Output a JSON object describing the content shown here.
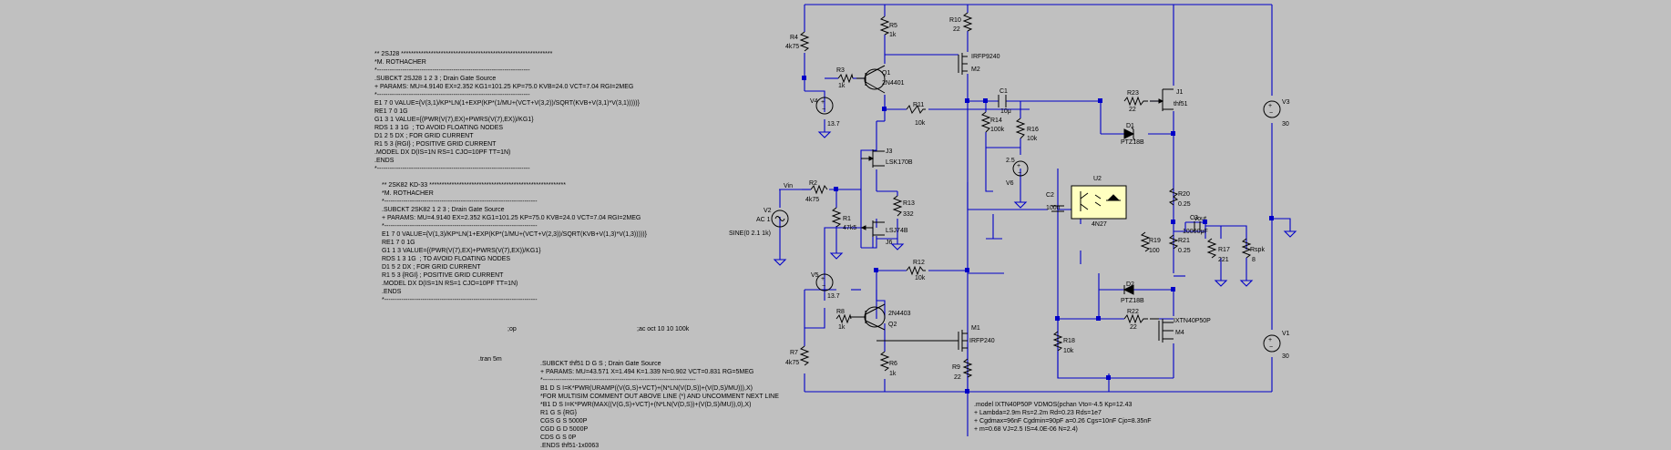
{
  "directives": {
    "spice_2sj28": [
      "** 2SJ28 *************************************************************",
      "*M. ROTHACHER",
      "*------------------------------------------------------------------------",
      ".SUBCKT 2SJ28 1 2 3 ; Drain Gate Source",
      "+ PARAMS: MU=4.9140 EX=2.352 KG1=101.25 KP=75.0 KVB=24.0 VCT=7.04 RGI=2MEG",
      "*------------------------------------------------------------------------",
      "E1 7 0 VALUE={V(3,1)/KP*LN(1+EXP(KP*(1/MU+(VCT+V(3,2))/SQRT(KVB+V(3,1)*V(3,1)))))}",
      "RE1 7 0 1G",
      "G1 3 1 VALUE={(PWR(V(7),EX)+PWRS(V(7),EX))/KG1}",
      "RDS 1 3 1G  ; TO AVOID FLOATING NODES",
      "D1 2 5 DX ; FOR GRID CURRENT",
      "R1 5 3 {RGI} ; POSITIVE GRID CURRENT",
      ".MODEL DX D(IS=1N RS=1 CJO=10PF TT=1N)",
      ".ENDS",
      "*------------------------------------------------------------------------"
    ],
    "spice_2sk82": [
      "** 2SK82 KD-33 *******************************************************",
      "*M. ROTHACHER",
      "*------------------------------------------------------------------------",
      ".SUBCKT 2SK82 1 2 3 ; Drain Gate Source",
      "+ PARAMS: MU=4.9140 EX=2.352 KG1=101.25 KP=75.0 KVB=24.0 VCT=7.04 RGI=2MEG",
      "*------------------------------------------------------------------------",
      "E1 7 0 VALUE={V(1,3)/KP*LN(1+EXP(KP*(1/MU+(VCT+V(2,3))/SQRT(KVB+V(1,3)*V(1,3)))))}",
      "RE1 7 0 1G",
      "G1 1 3 VALUE={(PWR(V(7),EX)+PWRS(V(7),EX))/KG1}",
      "RDS 1 3 1G  ; TO AVOID FLOATING NODES",
      "D1 5 2 DX ; FOR GRID CURRENT",
      "R1 5 3 {RGI} ; POSITIVE GRID CURRENT",
      ".MODEL DX D(IS=1N RS=1 CJO=10PF TT=1N)",
      ".ENDS",
      "*------------------------------------------------------------------------"
    ],
    "op": ";op",
    "ac": ";ac oct 10 10 100k",
    "tran": ".tran 5m",
    "spice_thf51": [
      ".SUBCKT thf51 D G S ; Drain Gate Source",
      "+ PARAMS: MU=43.571 X=1.494 K=1.339 N=0.902 VCT=0.831 RG=5MEG",
      "*------------------------------------------------------------------------",
      "B1 D S I=K*PWR(URAMP((V(G,S)+VCT)+(N*LN(V(D,S))+(V(D,S)/MU))),X)",
      "*FOR MULTISIM COMMENT OUT ABOVE LINE (*) AND UNCOMMENT NEXT LINE",
      "*B1 D S I=K*PWR(MAX((V(G,S)+VCT)+(N*LN(V(D,S))+(V(D,S)/MU)),0),X)",
      "R1 G S {RG}",
      "CGS G S 5000P",
      "CGD G D 5000P",
      "CDS G S 0P",
      ".ENDS thf51-1x0063"
    ],
    "model_ixtn": [
      ".model IXTN40P50P VDMOS(pchan Vto=-4.5 Kp=12.43",
      "+ Lambda=2.9m Rs=2.2m Rd=0.23 Rds=1e7",
      "+ Cgdmax=96nF Cgdmin=90pF a=0.26 Cgs=10nF Cjo=8.35nF",
      "+ m=0.68 VJ=2.5 IS=4.0E-06 N=2.4)"
    ]
  },
  "labels": {
    "R4": "R4",
    "R4v": "4k75",
    "R5": "R5",
    "R5v": "1k",
    "R10": "R10",
    "R10v": "22",
    "M2": "IRFP9240",
    "M2n": "M2",
    "R3": "R3",
    "R3v": "1k",
    "Q1": "Q1",
    "Q1m": "2N4401",
    "V4": "V4",
    "V4v": "13.7",
    "R11": "R11",
    "R11v": "10k",
    "C1": "C1",
    "C1v": "10μ",
    "R14": "R14",
    "R14v": "100k",
    "R16": "R16",
    "R16v": "10k",
    "R23": "R23",
    "R23v": "22",
    "J1": "J1",
    "J1m": "thf51",
    "D1": "D1",
    "D1m": "PTZ18B",
    "V3": "V3",
    "V3v": "30",
    "J3": "J3",
    "J3m": "LSK170B",
    "V6v": "2.5",
    "V6": "V6",
    "U2": "U2",
    "U2m": "4N27",
    "C2": "C2",
    "C2v": "100n",
    "R20": "R20",
    "R20v": "0.25",
    "Vin": "Vin",
    "R2": "R2",
    "R2v": "4k75",
    "V2": "V2",
    "V2ac": "AC 1",
    "V2sine": "SINE(0 2.1 1k)",
    "R1": "R1",
    "R1v": "47k5",
    "R13": "R13",
    "R13v": "332",
    "J6m": "LSJ74B",
    "J6": "J6",
    "C3": "C3",
    "C3v": "10000μF",
    "Vout": "Vout",
    "R19": "R19",
    "R19v": "100",
    "R21": "R21",
    "R21v": "0.25",
    "R17": "R17",
    "R17v": "221",
    "Rspk": "Rspk",
    "Rspkv": "8",
    "R12": "R12",
    "R12v": "10k",
    "V5": "V5",
    "V5v": "13.7",
    "Q2m": "2N4403",
    "Q2": "Q2",
    "R8": "R8",
    "R8v": "1k",
    "D2": "D2",
    "D2m": "PTZ18B",
    "R22": "R22",
    "R22v": "22",
    "M4m": "IXTN40P50P",
    "M4": "M4",
    "M1": "M1",
    "M1m": "IRFP240",
    "R18": "R18",
    "R18v": "10k",
    "V1": "V1",
    "V1v": "30",
    "R7": "R7",
    "R7v": "4k75",
    "R6": "R6",
    "R6v": "1k",
    "R9": "R9",
    "R9v": "22"
  },
  "colors": {
    "background": "#c0c0c0",
    "wire": "#0000c8",
    "component": "#000000",
    "optocoupler_fill": "#ffffc0"
  }
}
